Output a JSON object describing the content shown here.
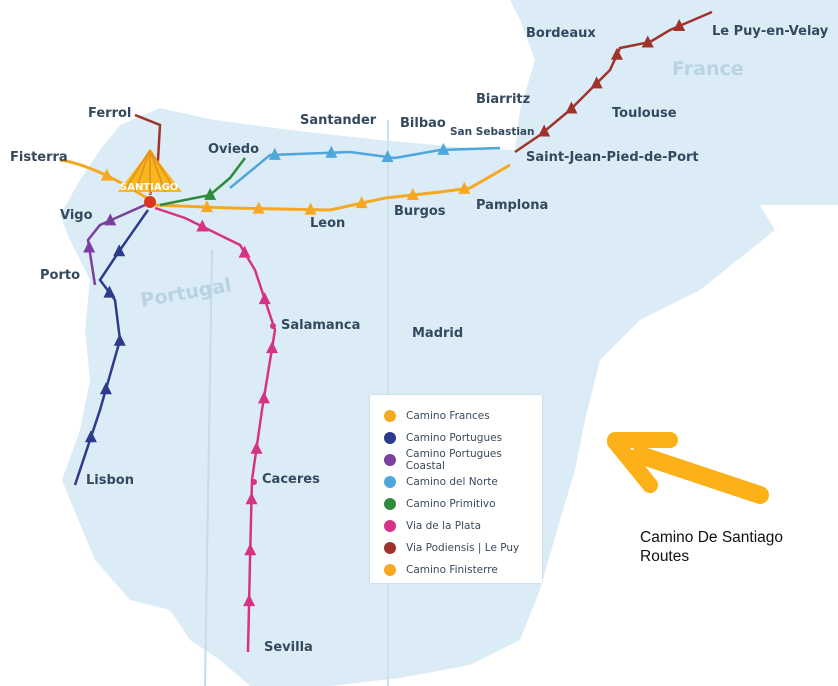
{
  "map": {
    "central_label": "SANTIAGO",
    "countries": {
      "france": "France",
      "portugal": "Portugal"
    },
    "cities": {
      "ferrol": "Ferrol",
      "fisterra": "Fisterra",
      "vigo": "Vigo",
      "porto": "Porto",
      "lisbon": "Lisbon",
      "oviedo": "Oviedo",
      "santander": "Santander",
      "bilbao": "Bilbao",
      "san_sebastian": "San Sebastian",
      "biarritz": "Biarritz",
      "bordeaux": "Bordeaux",
      "le_puy": "Le Puy-en-Velay",
      "toulouse": "Toulouse",
      "sjpp": "Saint-Jean-Pied-de-Port",
      "pamplona": "Pamplona",
      "burgos": "Burgos",
      "leon": "Leon",
      "salamanca": "Salamanca",
      "madrid": "Madrid",
      "caceres": "Caceres",
      "sevilla": "Sevilla"
    }
  },
  "legend": {
    "items": [
      {
        "label": "Camino Frances",
        "color": "#f7a823"
      },
      {
        "label": "Camino Portugues",
        "color": "#2e3a8c"
      },
      {
        "label": "Camino Portugues Coastal",
        "color": "#7b3fa0"
      },
      {
        "label": "Camino del Norte",
        "color": "#4fa6dc"
      },
      {
        "label": "Camino Primitivo",
        "color": "#2e8b3a"
      },
      {
        "label": "Via de la Plata",
        "color": "#d63384"
      },
      {
        "label": "Via Podiensis | Le Puy",
        "color": "#a0322c"
      },
      {
        "label": "Camino Finisterre",
        "color": "#f7a823"
      }
    ]
  },
  "caption": {
    "line1": "Camino De Santiago",
    "line2": "Routes"
  },
  "colors": {
    "land": "#dcecf6",
    "sea": "#ffffff",
    "frances": "#f7a823",
    "portugues": "#2e3a8c",
    "coastal": "#7b3fa0",
    "norte": "#4fa6dc",
    "primitivo": "#2e8b3a",
    "plata": "#d63384",
    "podiensis": "#a0322c",
    "finisterre": "#f7a823",
    "arrow": "#fbb117"
  }
}
